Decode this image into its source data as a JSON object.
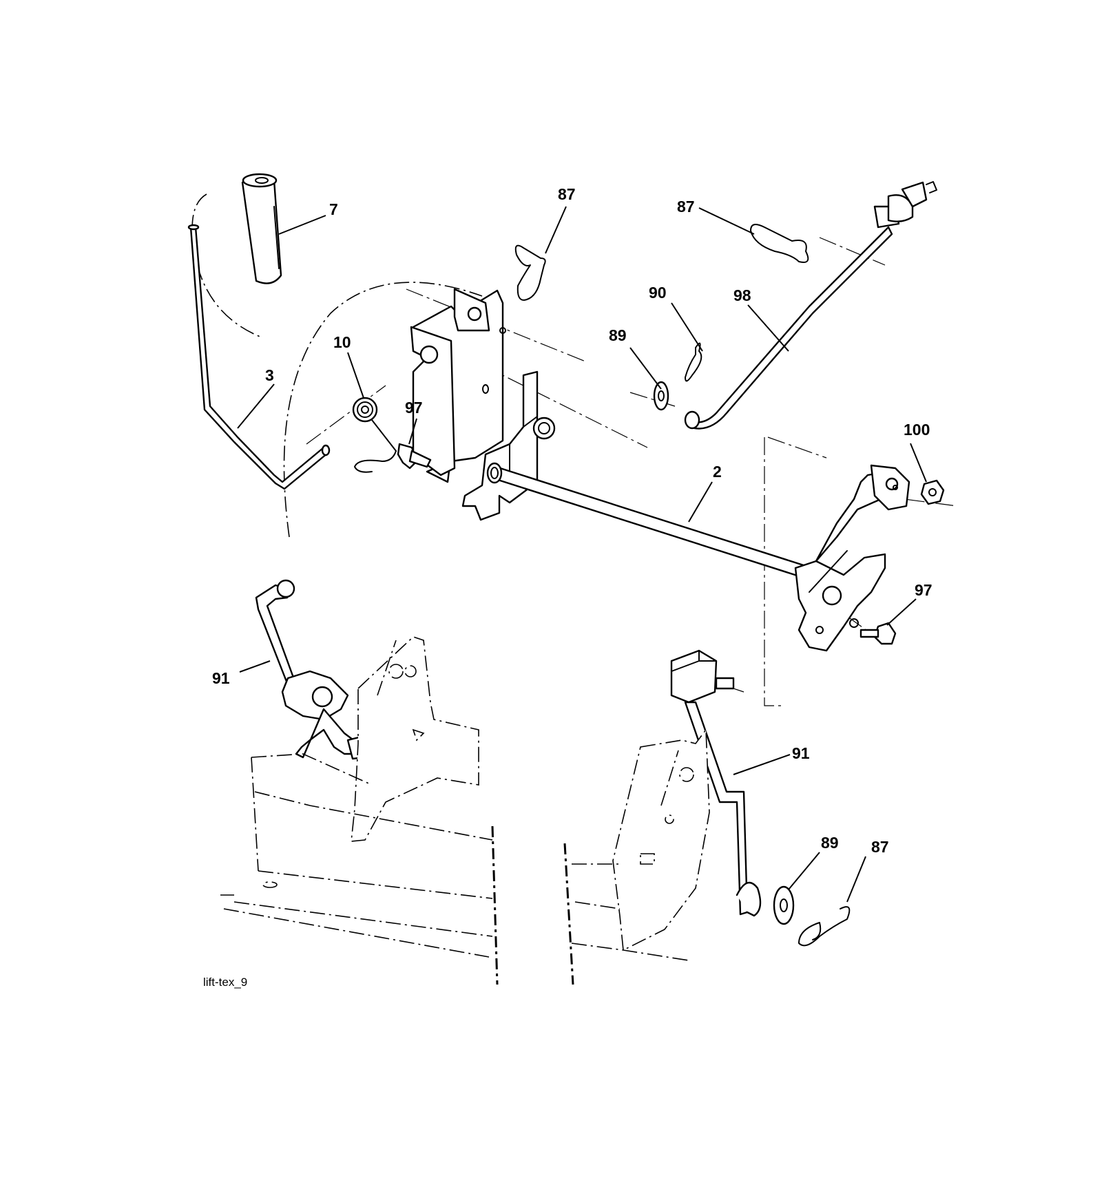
{
  "drawing_id": "lift-tex_9",
  "callouts": [
    {
      "id": "c7",
      "label": "7"
    },
    {
      "id": "c87a",
      "label": "87"
    },
    {
      "id": "c87b",
      "label": "87"
    },
    {
      "id": "c90",
      "label": "90"
    },
    {
      "id": "c98",
      "label": "98"
    },
    {
      "id": "c89a",
      "label": "89"
    },
    {
      "id": "c10",
      "label": "10"
    },
    {
      "id": "c3",
      "label": "3"
    },
    {
      "id": "c97a",
      "label": "97"
    },
    {
      "id": "c100",
      "label": "100"
    },
    {
      "id": "c2",
      "label": "2"
    },
    {
      "id": "c97b",
      "label": "97"
    },
    {
      "id": "c91a",
      "label": "91"
    },
    {
      "id": "c91b",
      "label": "91"
    },
    {
      "id": "c89b",
      "label": "89"
    },
    {
      "id": "c87c",
      "label": "87"
    }
  ]
}
